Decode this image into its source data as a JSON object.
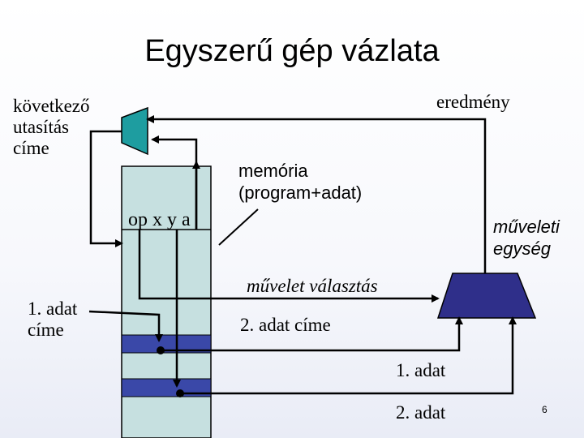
{
  "title": "Egyszerű gép vázlata",
  "labels": {
    "next_instruction_address": "következő\nutasítás\ncíme",
    "result": "eredmény",
    "memory": "memória\n(program+adat)",
    "instruction_format": "op x y a",
    "alu": "műveleti\negység",
    "operation_select": "művelet választás",
    "data1_address": "1. adat\ncíme",
    "data2_address": "2. adat címe",
    "data1": "1. adat",
    "data2": "2. adat"
  },
  "page_number": "6",
  "colors": {
    "memory_fill": "#c6e0e0",
    "data_cell": "#3a48a8",
    "multiplexer": "#1e9da0",
    "alu": "#2f2f8a",
    "line": "#000000"
  }
}
